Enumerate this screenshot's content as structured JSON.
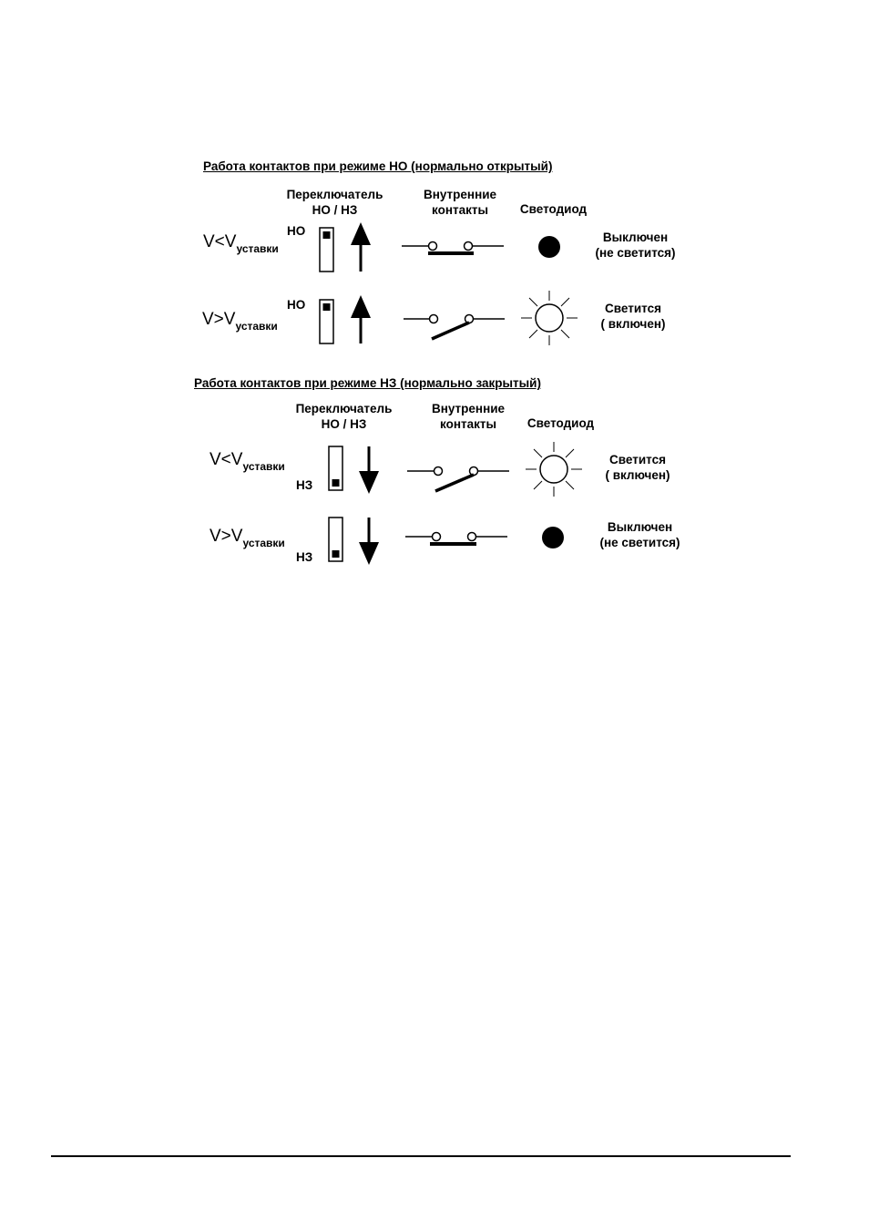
{
  "sections": [
    {
      "title": "Работа контактов при режиме НО (нормально открытый)",
      "headers": {
        "switch": [
          "Переключатель",
          "НО / НЗ"
        ],
        "contacts": [
          "Внутренние",
          "контакты"
        ],
        "led": "Светодиод"
      },
      "rows": [
        {
          "cond_main": "V<V",
          "cond_sub": "уставки",
          "mode": "НО",
          "state": [
            "Выключен",
            "(не светится)"
          ]
        },
        {
          "cond_main": "V>V",
          "cond_sub": "уставки",
          "mode": "НО",
          "state": [
            "Светится",
            "( включен)"
          ]
        }
      ]
    },
    {
      "title": "Работа контактов при режиме НЗ (нормально закрытый)",
      "headers": {
        "switch": [
          "Переключатель",
          "НО / НЗ"
        ],
        "contacts": [
          "Внутренние",
          "контакты"
        ],
        "led": "Светодиод"
      },
      "rows": [
        {
          "cond_main": "V<V",
          "cond_sub": "уставки",
          "mode": "НЗ",
          "state": [
            "Светится",
            "( включен)"
          ]
        },
        {
          "cond_main": "V>V",
          "cond_sub": "уставки",
          "mode": "НЗ",
          "state": [
            "Выключен",
            "(не светится)"
          ]
        }
      ]
    }
  ]
}
